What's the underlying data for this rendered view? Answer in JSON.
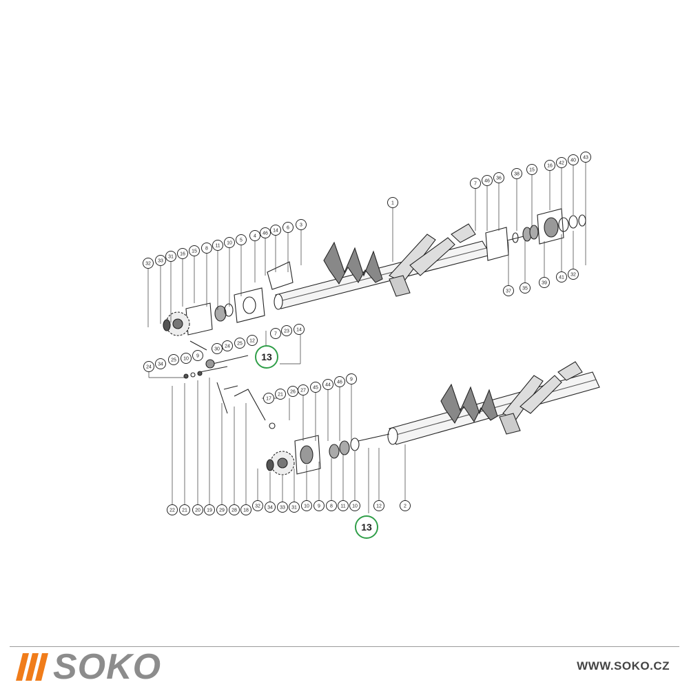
{
  "diagram": {
    "top_assembly_labels": [
      "1",
      "3",
      "6",
      "14",
      "46",
      "4",
      "5",
      "10",
      "11",
      "8",
      "15",
      "16",
      "31",
      "33",
      "32",
      "24",
      "34",
      "25",
      "10",
      "9",
      "30",
      "24",
      "25",
      "12",
      "7",
      "23",
      "14",
      "7",
      "46",
      "36",
      "38",
      "15",
      "16",
      "42",
      "40",
      "43",
      "37",
      "35",
      "39",
      "41",
      "32"
    ],
    "bottom_assembly_labels": [
      "21",
      "17",
      "26",
      "27",
      "45",
      "44",
      "46",
      "9",
      "22",
      "21",
      "20",
      "19",
      "29",
      "28",
      "18",
      "32",
      "34",
      "33",
      "31",
      "10",
      "9",
      "8",
      "11",
      "10",
      "12",
      "2"
    ],
    "highlight_labels": [
      "13",
      "13"
    ]
  },
  "brand": {
    "name": "SOKO",
    "url": "WWW.SOKO.CZ",
    "accent_color": "#f07c1a",
    "text_color": "#8c8c8c"
  },
  "colors": {
    "highlight_ring": "#2f9e48",
    "line": "#222222"
  }
}
